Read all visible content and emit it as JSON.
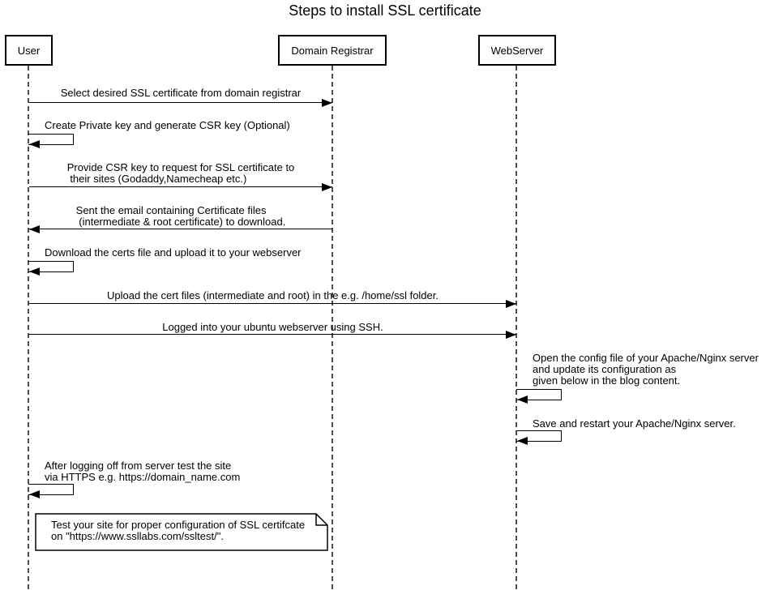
{
  "diagram": {
    "type": "sequence-diagram",
    "title": "Steps to install SSL certificate"
  },
  "actors": [
    {
      "id": "user",
      "label": "User"
    },
    {
      "id": "domain-registrar",
      "label": "Domain Registrar"
    },
    {
      "id": "webserver",
      "label": "WebServer"
    }
  ],
  "messages": [
    {
      "n": 1,
      "type": "arrow",
      "from": "User",
      "to": "Domain Registrar",
      "lines": [
        "Select desired SSL certificate from domain registrar"
      ]
    },
    {
      "n": 2,
      "type": "self",
      "actor": "User",
      "lines": [
        "Create Private key and generate CSR key (Optional)"
      ]
    },
    {
      "n": 3,
      "type": "arrow",
      "from": "User",
      "to": "Domain Registrar",
      "lines": [
        "Provide CSR key to request for SSL certificate to",
        " their sites (Godaddy,Namecheap etc.)"
      ]
    },
    {
      "n": 4,
      "type": "arrow",
      "from": "Domain Registrar",
      "to": "User",
      "lines": [
        "Sent the email containing Certificate files",
        " (intermediate & root certificate) to download."
      ]
    },
    {
      "n": 5,
      "type": "self",
      "actor": "User",
      "lines": [
        "Download the certs file and upload it to your webserver"
      ]
    },
    {
      "n": 6,
      "type": "arrow",
      "from": "User",
      "to": "WebServer",
      "lines": [
        "Upload the cert files (intermediate and root) in the e.g. /home/ssl folder."
      ]
    },
    {
      "n": 7,
      "type": "arrow",
      "from": "User",
      "to": "WebServer",
      "lines": [
        "Logged into your ubuntu webserver using SSH."
      ]
    },
    {
      "n": 8,
      "type": "self",
      "actor": "WebServer",
      "lines": [
        "Open the config file of your Apache/Nginx server",
        "and update its configuration as",
        "given below in the blog content."
      ]
    },
    {
      "n": 9,
      "type": "self",
      "actor": "WebServer",
      "lines": [
        "Save and restart your Apache/Nginx server."
      ]
    },
    {
      "n": 10,
      "type": "self",
      "actor": "User",
      "lines": [
        "After logging off from server test the site",
        "via HTTPS e.g. https://domain_name.com"
      ]
    }
  ],
  "note": {
    "lines": [
      "Test your site for proper configuration of SSL certifcate",
      "on \"https://www.ssllabs.com/ssltest/\"."
    ]
  },
  "colors": {
    "background": "#ffffff",
    "text": "#000000",
    "line": "#000000",
    "lifeline": "#4d4d4d"
  }
}
